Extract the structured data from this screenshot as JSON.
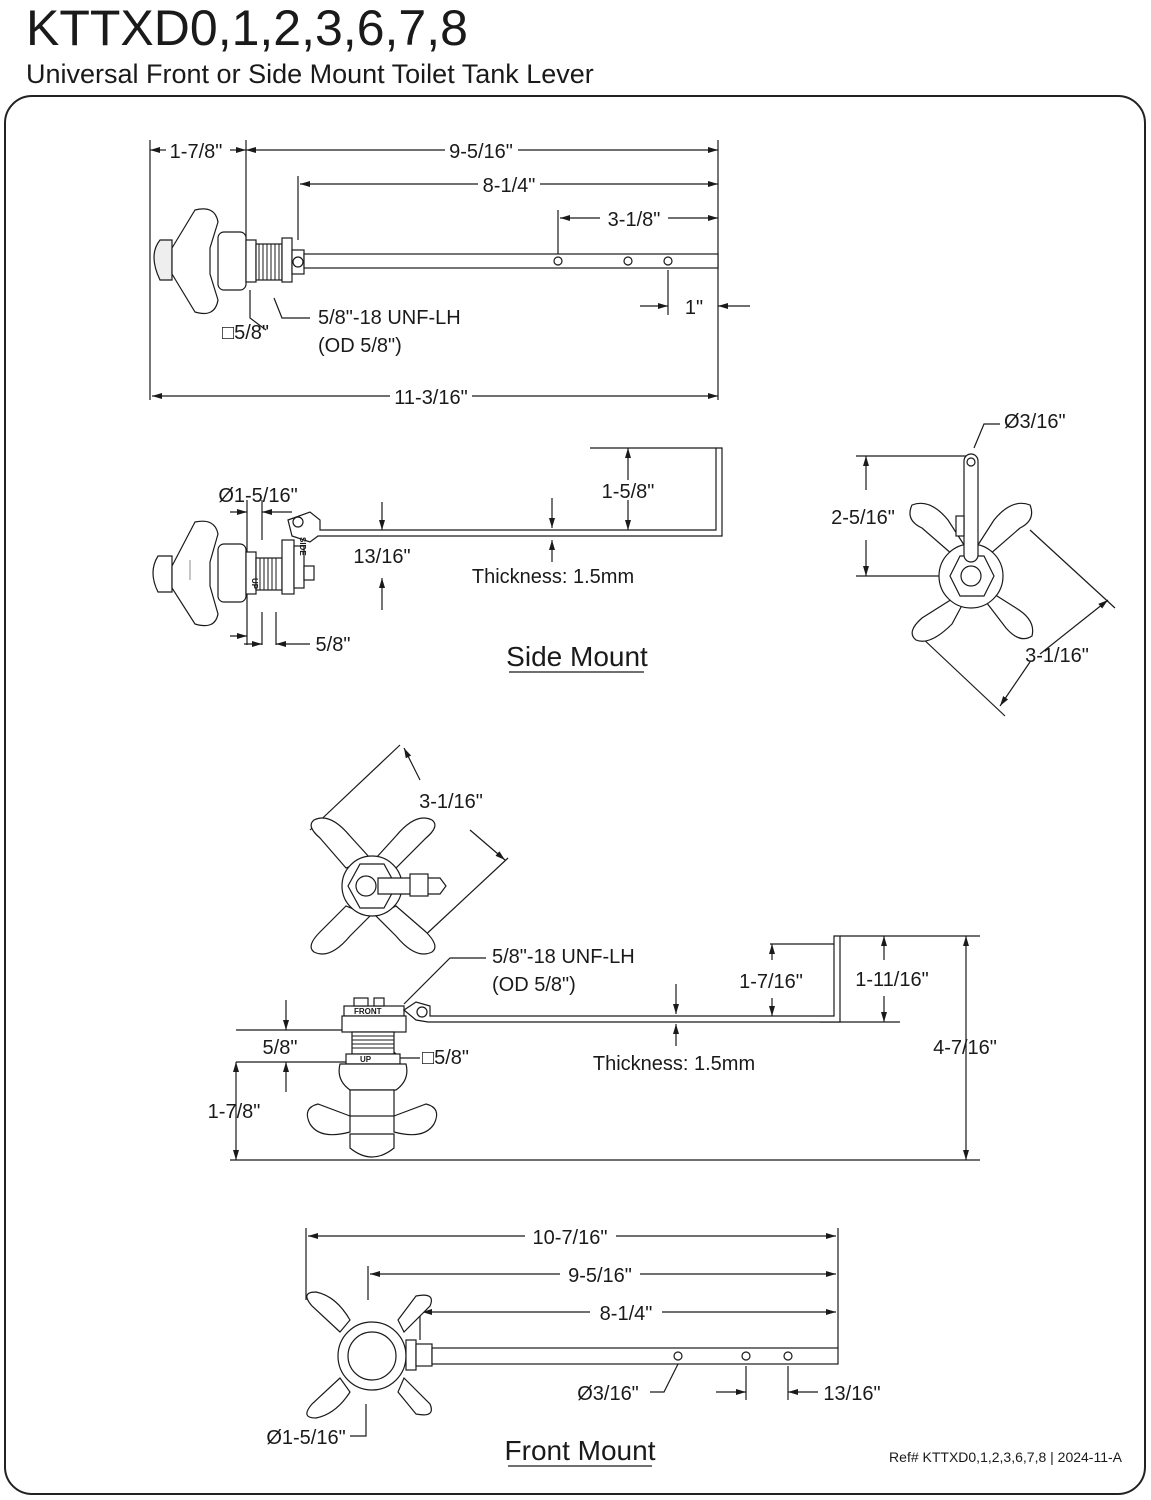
{
  "header": {
    "title": "KTTXD0,1,2,3,6,7,8",
    "subtitle": "Universal Front or Side Mount Toilet Tank Lever"
  },
  "top_view": {
    "dims": {
      "handle_length": "1-7/8\"",
      "shaft_to_end": "9-5/16\"",
      "arm_length": "8-1/4\"",
      "hole_span": "3-1/8\"",
      "end_offset": "1\"",
      "square": "□5/8\"",
      "thread": "5/8\"-18 UNF-LH",
      "thread_od": "(OD 5/8\")",
      "overall": "11-3/16\""
    }
  },
  "side_mount": {
    "label": "Side Mount",
    "dims": {
      "hub_dia": "Ø1-5/16\"",
      "drop": "1-5/8\"",
      "offset": "13/16\"",
      "thickness": "Thickness: 1.5mm",
      "nut": "5/8\""
    },
    "stamp": "SIDE",
    "stamp_up": "UP"
  },
  "side_end_view": {
    "dims": {
      "hole_dia": "Ø3/16\"",
      "height": "2-5/16\"",
      "span": "3-1/16\""
    }
  },
  "front_mount": {
    "label": "Front Mount",
    "end_view_span": "3-1/16\"",
    "dims": {
      "thread": "5/8\"-18 UNF-LH",
      "thread_od": "(OD 5/8\")",
      "drop_a": "1-7/16\"",
      "drop_b": "1-11/16\"",
      "total_height": "4-7/16\"",
      "nut": "5/8\"",
      "square": "□5/8\"",
      "handle_height": "1-7/8\"",
      "thickness": "Thickness: 1.5mm"
    },
    "stamp": "FRONT",
    "stamp_up": "UP",
    "plan_dims": {
      "overall": "10-7/16\"",
      "shaft_to_end": "9-5/16\"",
      "arm_length": "8-1/4\"",
      "hole_dia": "Ø3/16\"",
      "hole_spacing": "13/16\"",
      "hub_dia": "Ø1-5/16\""
    }
  },
  "footer": {
    "ref": "Ref# KTTXD0,1,2,3,6,7,8 | 2024-11-A"
  }
}
